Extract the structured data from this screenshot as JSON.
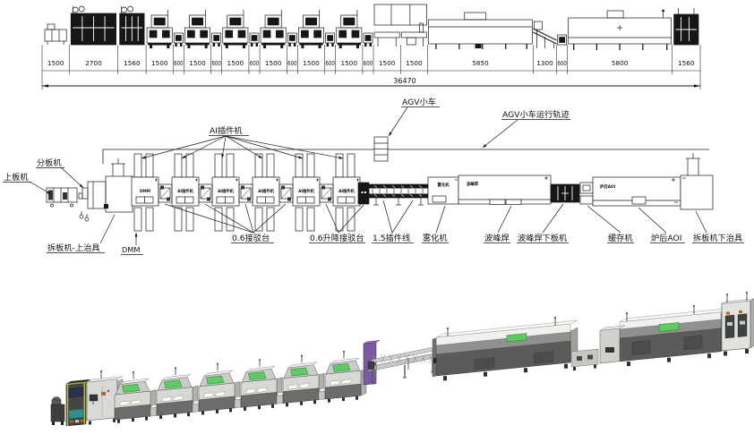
{
  "elevation": {
    "segment_dims": [
      "1500",
      "2700",
      "1560",
      "1500",
      "600",
      "1500",
      "600",
      "1500",
      "600",
      "1500",
      "600",
      "1500",
      "600",
      "1500",
      "600",
      "1500",
      "1500",
      "5850",
      "1300",
      "600",
      "5800",
      "1560"
    ],
    "total_dim": "36470"
  },
  "plan": {
    "labels": {
      "loader": "上板机",
      "splitter": "分板机",
      "depanel_upper": "拆板机-上治具",
      "dmm": "DMM",
      "ai_machines": "AI插件机",
      "agv_cart": "AGV小车",
      "agv_track": "AGV小车运行轨迹",
      "conn_06": "0.6接驳台",
      "lift_conn_06": "0.6升降接驳台",
      "insert_line_15": "1.5插件线",
      "atomizer": "雾化机",
      "wave_solder": "波峰焊",
      "wave_unloader": "波峰焊下板机",
      "buffer": "缓存机",
      "post_aoi": "炉后AOI",
      "depanel_lower": "拆板机下治具"
    },
    "machine_texts": {
      "dmm": "DMM",
      "ai": "AI插件机",
      "atomizer": "雾化机",
      "wave": "波峰焊",
      "aoi": "炉后AOI"
    }
  },
  "render_3d": {
    "colors": {
      "screen_green": "#5dcb60",
      "screen_green_dark": "#2c7a30",
      "body_light": "#d7d9d5",
      "body_mid": "#8e918d",
      "body_dark": "#595c59",
      "cabinet_dark": "#6a6d6a",
      "top_white": "#f0f1ee",
      "frame_yellow": "#b9b932",
      "accent_teal": "#2e8f8f",
      "accent_purple": "#7a5aa0",
      "accent_orange": "#c06020",
      "line_black": "#1a1a1a"
    }
  }
}
